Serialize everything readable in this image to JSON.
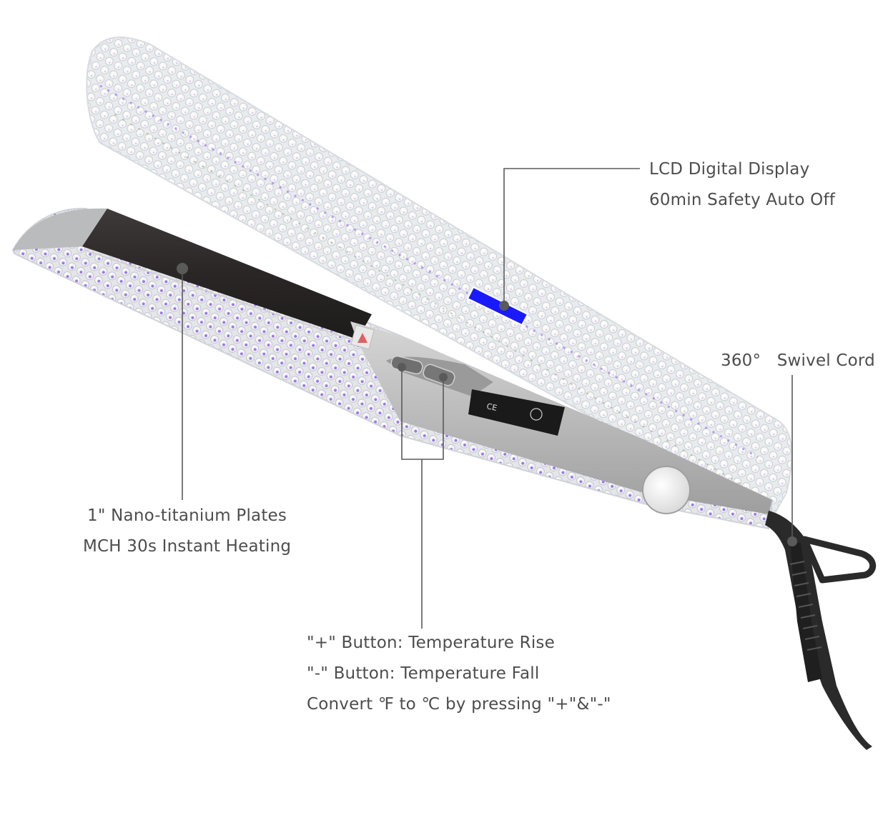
{
  "diagram": {
    "subject": "Rhinestone-covered flat iron hair straightener",
    "callouts": [
      {
        "id": "lcd",
        "lines": [
          "LCD Digital Display",
          "60min Safety Auto Off"
        ],
        "points_to": "lcd-display"
      },
      {
        "id": "swivel",
        "lines": [
          "360°   Swivel Cord"
        ],
        "points_to": "swivel-cord"
      },
      {
        "id": "plates",
        "lines": [
          "1\" Nano-titanium Plates",
          "MCH 30s Instant Heating"
        ],
        "points_to": "heating-plate"
      },
      {
        "id": "buttons",
        "lines": [
          "\"+\" Button: Temperature Rise",
          "\"-\" Button: Temperature Fall",
          "Convert ℉ to ℃ by pressing \"+\"&\"-\""
        ],
        "points_to": "temperature-buttons"
      }
    ],
    "colors": {
      "background": "#ffffff",
      "text": "#4d4d4d",
      "leader_line": "#5a5a5a",
      "lcd_blue": "#1a1aff",
      "plate_dark": "#2e2a2a",
      "housing_silver": "#b8b8b8",
      "cord_black": "#2a2a2a",
      "rhinestone_accent": "#8a5cf0"
    }
  }
}
